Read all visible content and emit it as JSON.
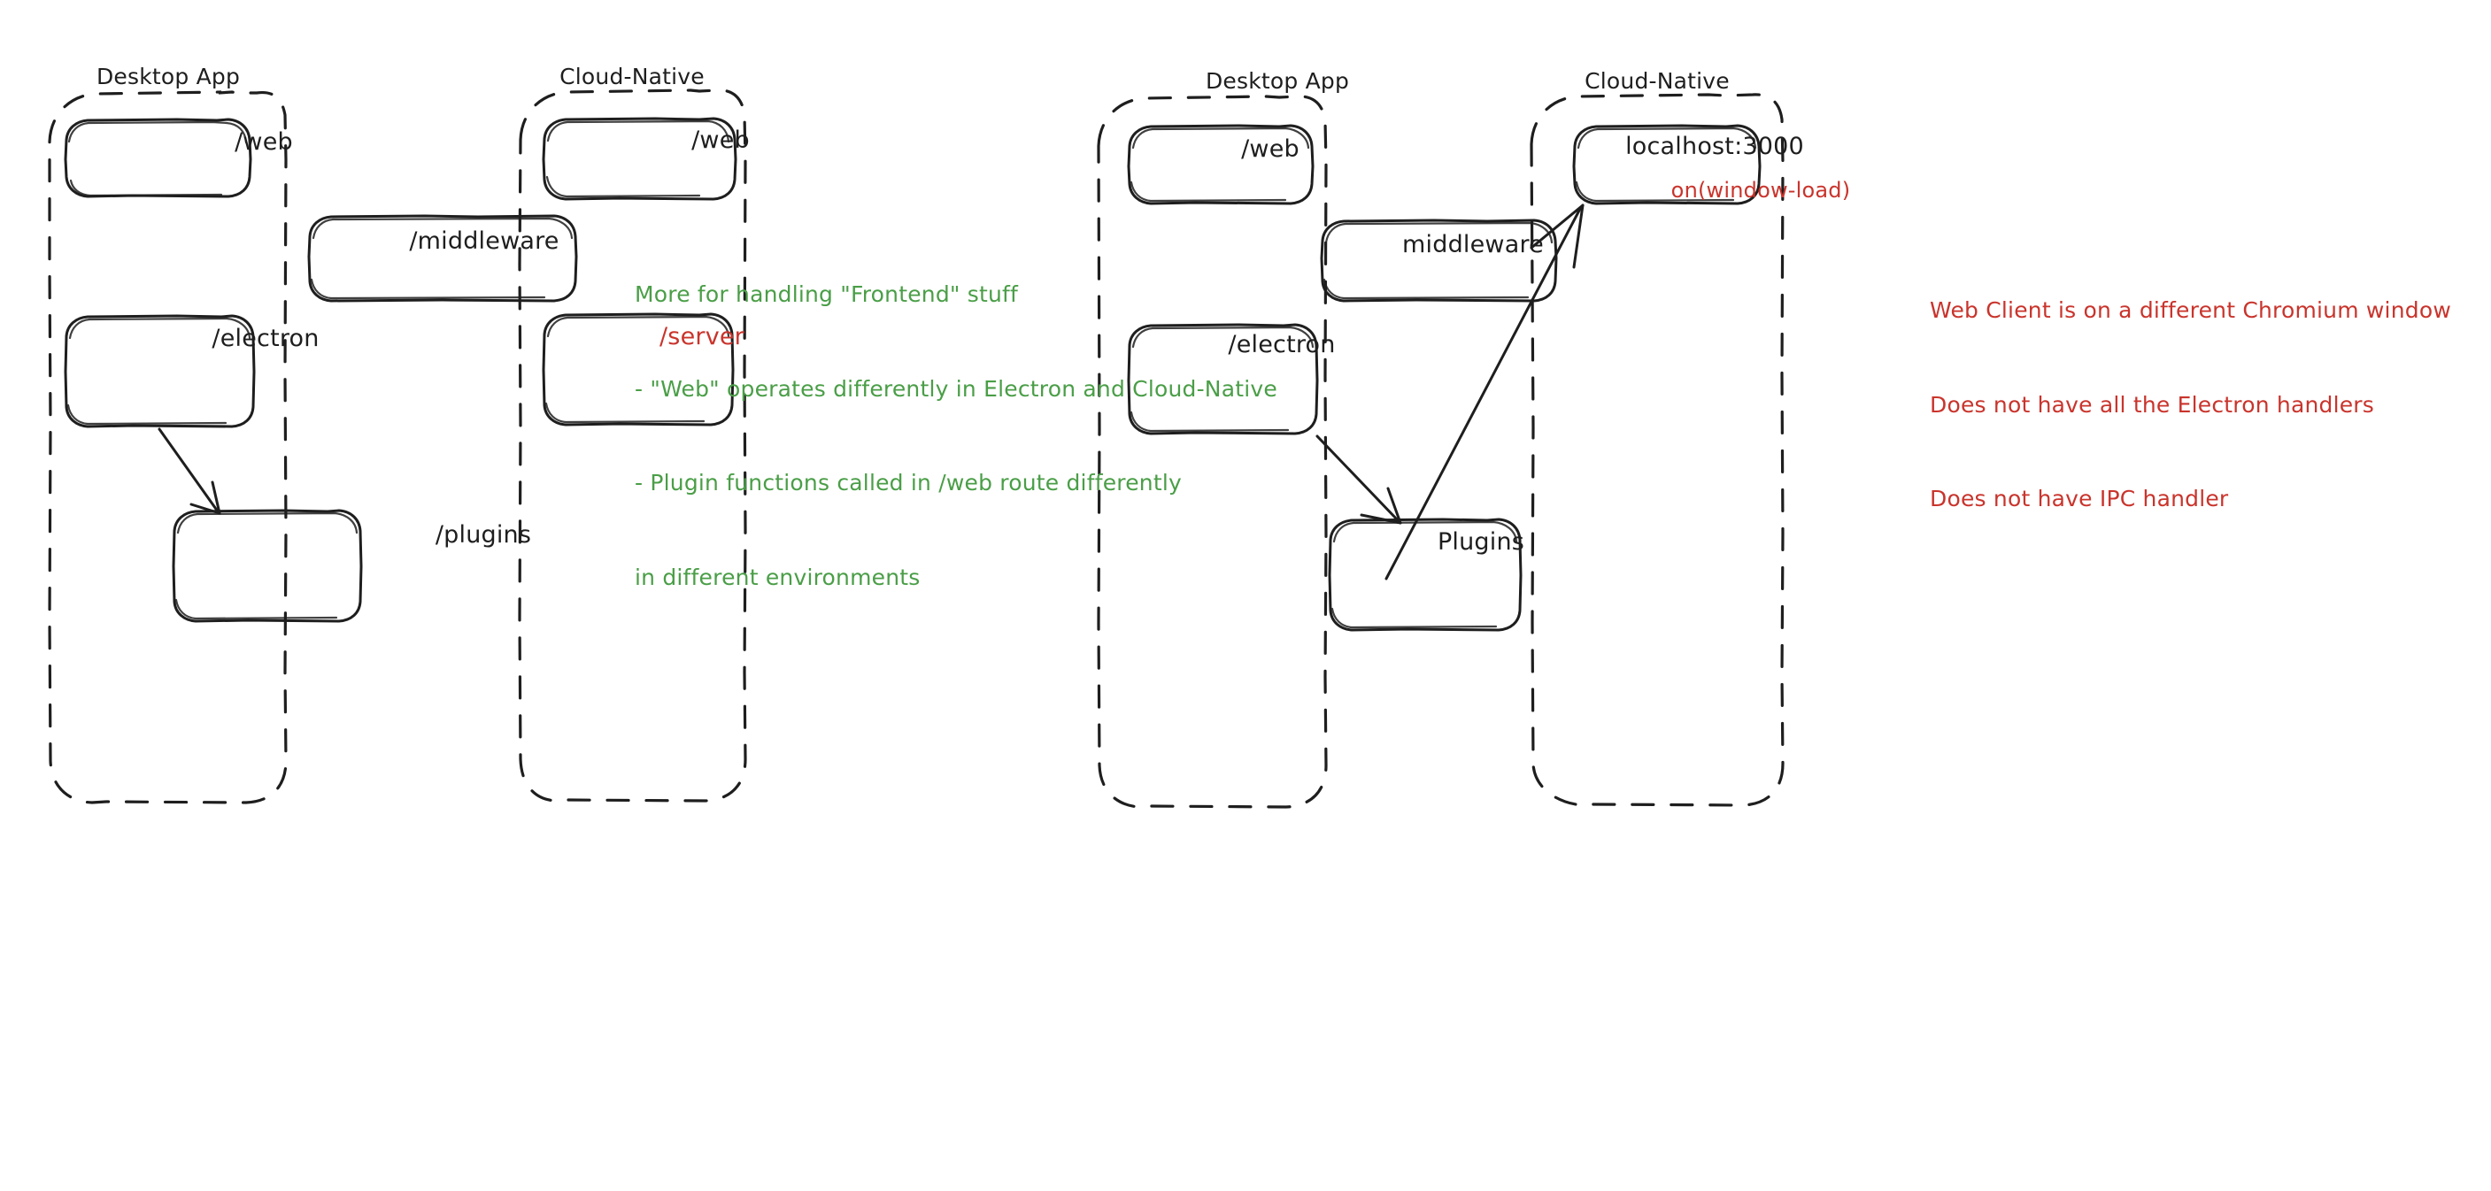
{
  "diagram": {
    "title_left_group_a": "Desktop App",
    "title_left_group_b": "Cloud-Native",
    "title_right_group_a": "Desktop App",
    "title_right_group_b": "Cloud-Native",
    "colors": {
      "stroke": "#1e1e1e",
      "green": "#4a9e47",
      "red": "#c9342c",
      "background": "#ffffff"
    }
  },
  "left_diagram": {
    "groups": [
      {
        "label": "Desktop App"
      },
      {
        "label": "Cloud-Native"
      }
    ],
    "nodes": [
      {
        "label": "/web",
        "color": "#1e1e1e"
      },
      {
        "label": "/web",
        "color": "#1e1e1e"
      },
      {
        "label": "/middleware",
        "color": "#1e1e1e"
      },
      {
        "label": "/electron",
        "color": "#1e1e1e"
      },
      {
        "label": "/server",
        "color": "#c9342c"
      },
      {
        "label": "/plugins",
        "color": "#1e1e1e"
      }
    ],
    "annotation_green": {
      "line1": "More for handling \"Frontend\" stuff",
      "line2": "- \"Web\" operates differently in Electron and Cloud-Native",
      "line3": "- Plugin functions called in /web route differently",
      "line4": "in different environments"
    }
  },
  "right_diagram": {
    "groups": [
      {
        "label": "Desktop App"
      },
      {
        "label": "Cloud-Native"
      }
    ],
    "nodes": [
      {
        "label": "/web",
        "color": "#1e1e1e"
      },
      {
        "label": "localhost:3000",
        "color": "#1e1e1e"
      },
      {
        "label": "on(window-load)",
        "color": "#c9342c"
      },
      {
        "label": "middleware",
        "color": "#1e1e1e"
      },
      {
        "label": "/electron",
        "color": "#1e1e1e"
      },
      {
        "label": "Plugins",
        "color": "#1e1e1e"
      }
    ],
    "annotation_red": {
      "line1": "Web Client is on a different Chromium window",
      "line2": "Does not have all the Electron handlers",
      "line3": "Does not have IPC handler"
    }
  }
}
